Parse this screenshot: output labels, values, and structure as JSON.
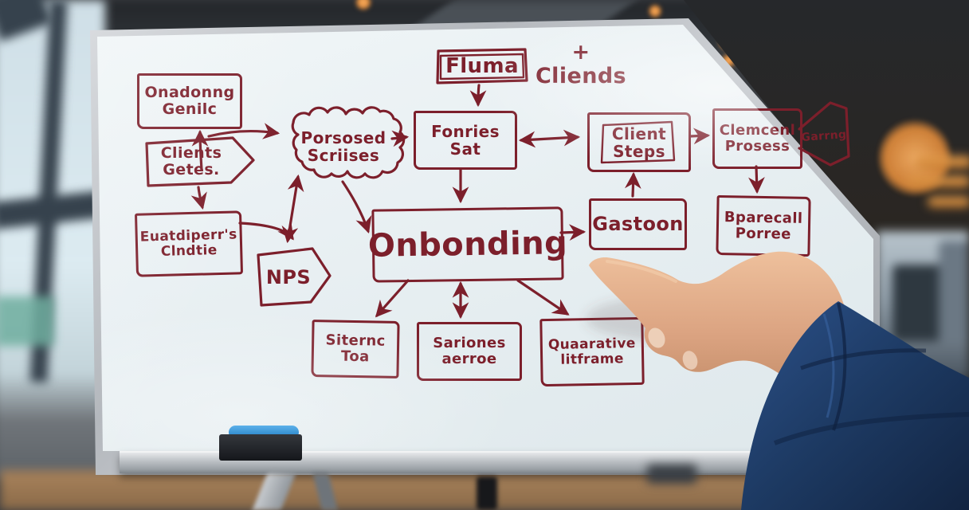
{
  "whiteboard": {
    "title": {
      "box_label": "Fluma",
      "suffix": "+ Cliends"
    },
    "nodes": {
      "onadonng": {
        "line1": "Onadonng",
        "line2": "Genilc"
      },
      "clients_getes": {
        "line1": "Clients",
        "line2": "Getes."
      },
      "euatdiperrs": {
        "line1": "Euatdiperr's",
        "line2": "Clndtie"
      },
      "porsosed": {
        "line1": "Porsosed",
        "line2": "Scriises"
      },
      "nps": {
        "label": "NPS"
      },
      "fonries": {
        "line1": "Fonries",
        "line2": "Sat"
      },
      "client_steps": {
        "line1": "Client",
        "line2": "Steps"
      },
      "clemcenl": {
        "line1": "Clemcenl",
        "line2": "Prosess"
      },
      "garrng": {
        "label": "Garrng"
      },
      "onbonding": {
        "label": "Onbonding"
      },
      "gastoon": {
        "label": "Gastoon"
      },
      "bparecall": {
        "line1": "Bparecall",
        "line2": "Porree"
      },
      "siternc": {
        "line1": "Siternc",
        "line2": "Toa"
      },
      "sariones": {
        "line1": "Sariones",
        "line2": "aerroe"
      },
      "quaarative": {
        "line1": "Quaarative",
        "line2": "litframe"
      }
    },
    "connections": [
      "fluma -> fonries",
      "junction -> onadonng (up)",
      "junction -> porsosed (right)",
      "clients_getes -> euatdiperrs (down)",
      "euatdiperrs -> nps (curve)",
      "porsosed <-> nps (double)",
      "porsosed -> fonries",
      "porsosed -> onbonding (curve)",
      "fonries <-> client_steps (double)",
      "fonries -> onbonding (down)",
      "client_steps -> clemcenl",
      "clemcenl -> bparecall (down)",
      "bparecall <-> below (double)",
      "gastoon -> client_steps (up)",
      "onbonding -> gastoon",
      "onbonding -> siternc",
      "onbonding <-> sariones (double)",
      "onbonding -> quaarative"
    ]
  },
  "colors": {
    "marker": "#7c1f2b",
    "board": "#eef3f5",
    "frame": "#b9bdc2",
    "sleeve": "#1d3a63",
    "skin": "#dba381",
    "eraser": "#1d1f24",
    "marker-blue": "#2f8fd8"
  }
}
